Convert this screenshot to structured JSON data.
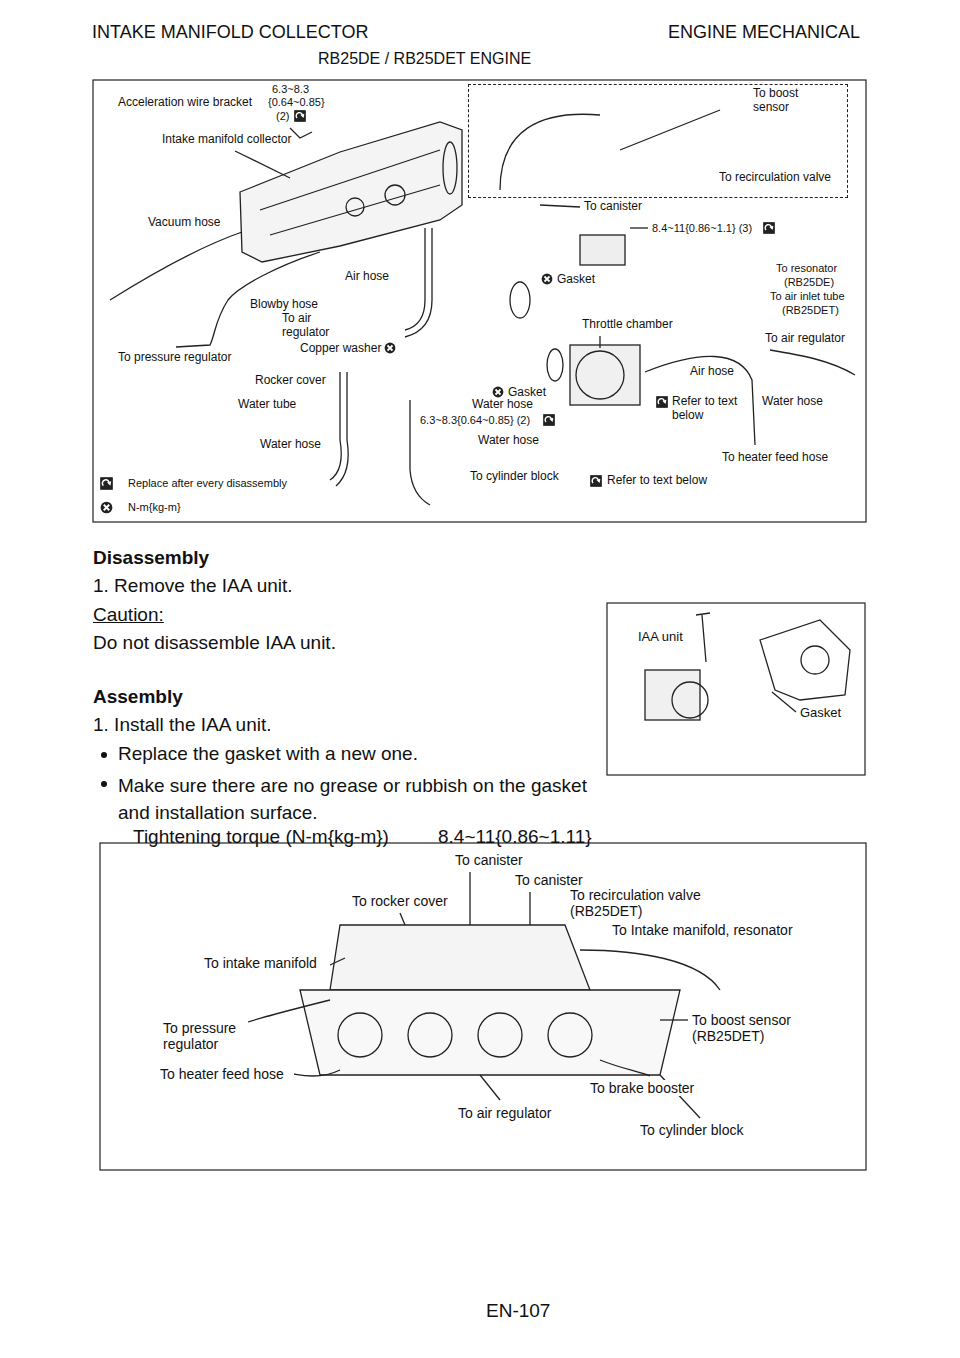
{
  "diagram": {
    "title": "INTAKE MANIFOLD COLLECTOR",
    "nodes": [
      {
        "text": [
          "To boost sensor",
          "To recirculation valve"
        ]
      }
    ],
    "labels": [
      "ENGINE MECHANICAL",
      "RB25DE / RB25DET ENGINE",
      "6.3~8.3",
      "{0.64~0.85}",
      "(2)",
      "Acceleration wire bracket",
      "Intake manifold collector",
      "To canister",
      "8.4~11{0.86~1.1} (3)",
      "Vacuum hose",
      "To resonator",
      "(RB25DE)",
      "Air hose",
      "Gasket",
      "To air inlet tube",
      "(RB25DET)",
      "Blowby hose",
      "To air regulator",
      "Throttle chamber",
      "Copper washer",
      "To pressure regulator",
      "To air regulator",
      "Air hose",
      "Rocker cover",
      "Gasket",
      "Water tube",
      "Refer to text below",
      "Water hose",
      "Water hose",
      "6.3~8.3{0.64~0.85} (2)",
      "Water hose",
      "Water hose",
      "To heater feed hose",
      "To cylinder block",
      "Refer to text below",
      "Disassembly",
      "1. Remove the IAA unit.",
      "Caution:",
      "Do not disassemble IAA unit.",
      "Assembly",
      "1. Install the IAA unit.",
      "Replace the gasket with a new one.",
      "Make sure there are no grease or rubbish on the gasket and installation surface.",
      "Tightening torque (N-m{kg-m})",
      "8.4~11{0.86~1.11}",
      "IAA unit",
      "Gasket",
      "To canister",
      "To canister",
      "To recirculation valve (RB25DET)",
      "To rocker cover",
      "To Intake manifold, resonator",
      "To intake manifold",
      "To boost sensor (RB25DET)",
      "To pressure regulator",
      "To heater feed hose",
      "To brake booster",
      "To air regulator",
      "To cylinder block",
      "EN-107"
    ],
    "legend": [
      {
        "text": "Replace after every disassembly"
      },
      {
        "text": "N-m{kg-m}"
      }
    ]
  }
}
